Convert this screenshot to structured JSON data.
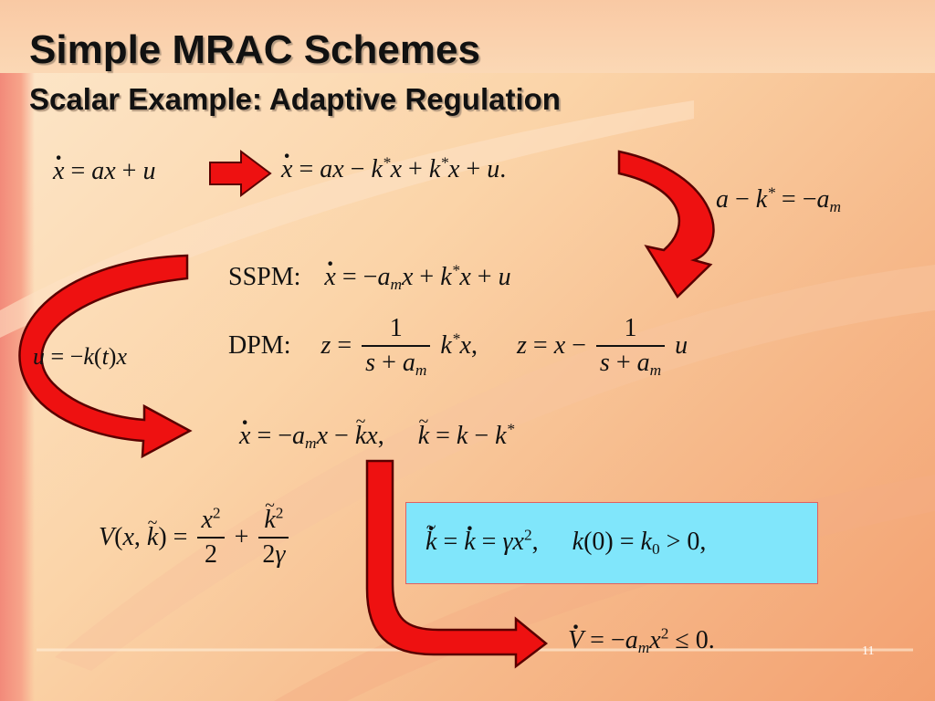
{
  "slide": {
    "title": "Simple MRAC Schemes",
    "subtitle": "Scalar Example: Adaptive Regulation",
    "number": "11"
  },
  "equations": {
    "plant": "ẋ = ax + u",
    "plant_rewritten": "ẋ = ax − k*x + k*x + u",
    "matching": "a − k* = −aₘ",
    "sspm_label": "SSPM:",
    "sspm": "ẋ = −aₘx + k*x + u",
    "dpm_label": "DPM:",
    "dpm_1": "z = 1/(s + aₘ) k*x,",
    "dpm_2": "z = x − 1/(s + aₘ) u",
    "control_law": "u = −k(t)x",
    "closed_loop": "ẋ = −aₘx − k̃x,",
    "error_def": "k̃ = k − k*",
    "lyapunov": "V(x, k̃) = x²/2 + k̃²/(2γ)",
    "adaptive_law": "k̃̇ = k̇ = γx²,",
    "initial_condition": "k(0) = k₀ > 0,",
    "lyapunov_derivative": "V̇ = −aₘx² ≤ 0."
  },
  "colors": {
    "arrow_fill": "#ee1111",
    "arrow_stroke": "#5a0000",
    "highlight_box": "#80e6fb",
    "background": "#fbd4a8"
  },
  "icons": {
    "arrow_right_small": "arrow-right-icon",
    "arrow_curved_right": "curved-arrow-icon",
    "arrow_curved_left": "curved-arrow-icon",
    "arrow_down_right": "bent-arrow-icon"
  }
}
